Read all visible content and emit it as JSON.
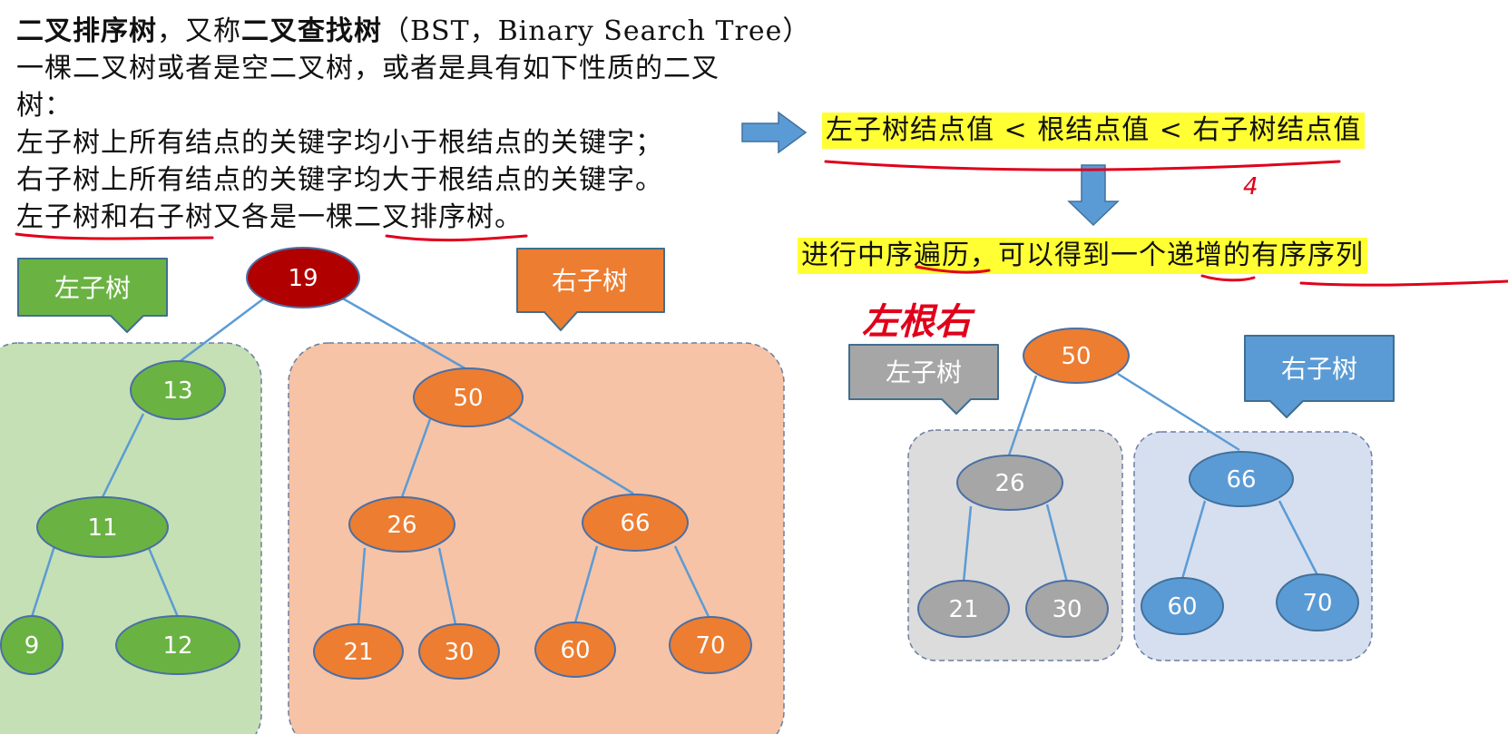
{
  "definition": {
    "title_part1": "二叉排序树",
    "title_part2": "，又称",
    "title_part3": "二叉查找树",
    "title_part4": "（BST，Binary Search Tree）",
    "line2": "一棵二叉树或者是空二叉树，或者是具有如下性质的二叉",
    "line3": "树：",
    "line4": "左子树上所有结点的关键字均小于根结点的关键字；",
    "line5": "右子树上所有结点的关键字均大于根结点的关键字。",
    "line6_a": "左子树和右子树",
    "line6_b": "又各是一棵",
    "line6_c": "二叉排序树",
    "line6_d": "。"
  },
  "highlight": {
    "property": "左子树结点值 < 根结点值 < 右子树结点值",
    "inorder": "进行中序遍历，可以得到一个递增的有序序列"
  },
  "handwriting": {
    "digit": "4",
    "note": "左根右"
  },
  "left_tree": {
    "callout_left": "左子树",
    "callout_right": "右子树",
    "root": "19",
    "left": {
      "root": "13",
      "child": "11",
      "leaves": [
        "9",
        "12"
      ]
    },
    "right": {
      "root": "50",
      "children": [
        "26",
        "66"
      ],
      "leaves": [
        "21",
        "30",
        "60",
        "70"
      ]
    }
  },
  "right_tree": {
    "callout_left": "左子树",
    "callout_right": "右子树",
    "root": "50",
    "children": [
      "26",
      "66"
    ],
    "leaves": [
      "21",
      "30",
      "60",
      "70"
    ]
  },
  "colors": {
    "green": "#6ab343",
    "orange": "#ed7d31",
    "dark_red": "#b00000",
    "gray": "#a6a6a6",
    "blue": "#5b9bd5",
    "highlight": "#ffff33",
    "ink_red": "#e0001b"
  }
}
